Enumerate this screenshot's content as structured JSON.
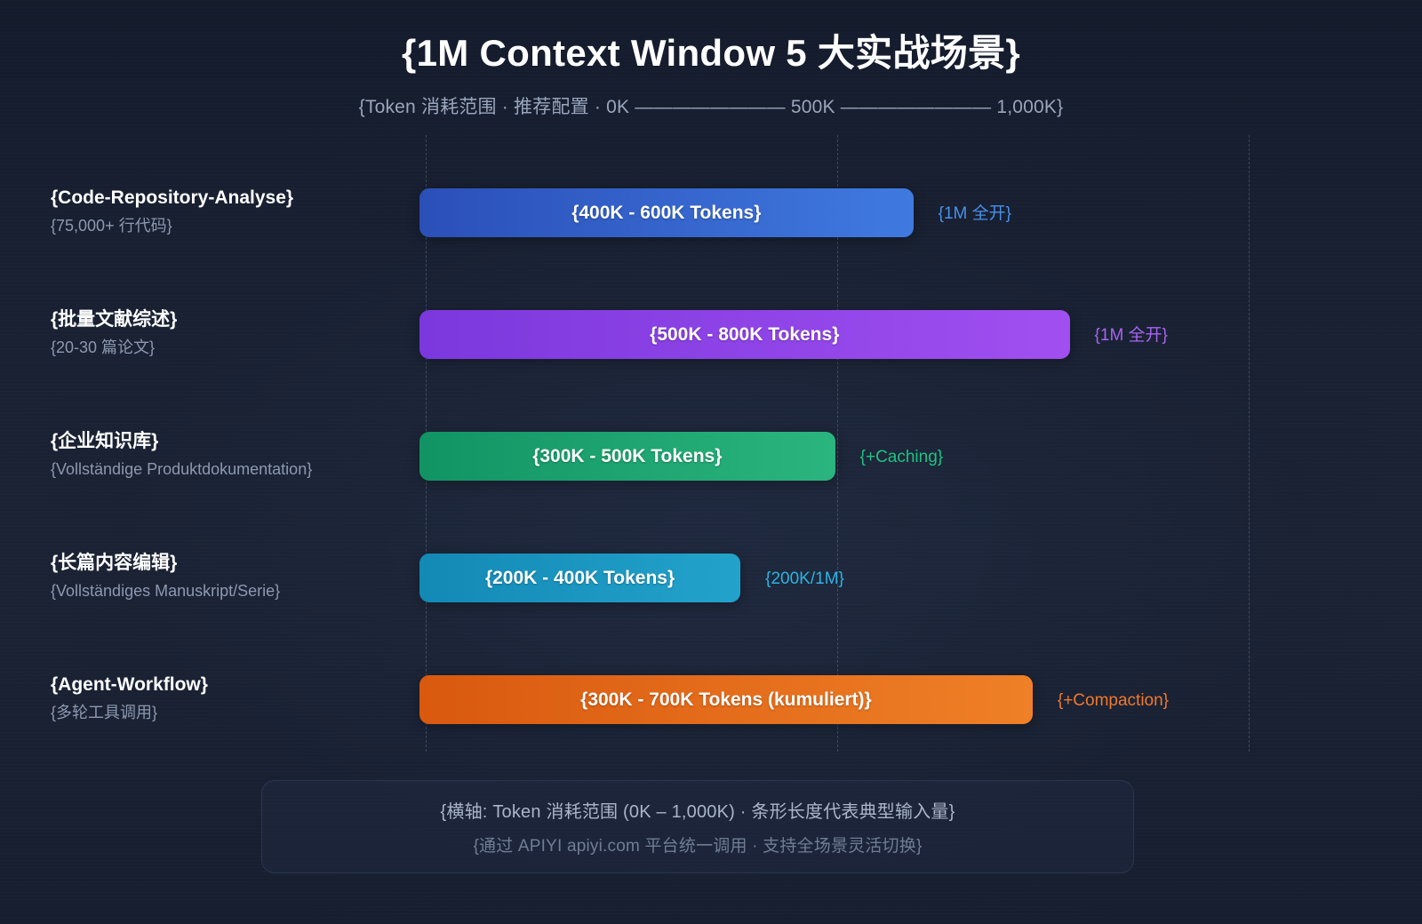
{
  "header": {
    "title": "{1M Context Window 5 大实战场景}",
    "subtitle": "{Token 消耗范围 · 推荐配置 · 0K ———————— 500K ———————— 1,000K}"
  },
  "footer": {
    "line1": "{横轴: Token 消耗范围 (0K – 1,000K) · 条形长度代表典型输入量}",
    "line2": "{通过 APIYI apiyi.com 平台统一调用 · 支持全场景灵活切换}"
  },
  "colors": {
    "background": "#18202f",
    "gridline": "#96a8c8",
    "bar_blue_start": "#2b4fb8",
    "bar_blue_end": "#3f7ae0",
    "bar_purple_start": "#7b38dd",
    "bar_purple_end": "#a14ff0",
    "bar_green_start": "#119464",
    "bar_green_end": "#2bb57e",
    "bar_cyan_start": "#1389b5",
    "bar_cyan_end": "#22a3cb",
    "bar_orange_start": "#d9590f",
    "bar_orange_end": "#ef8027",
    "tag_blue": "#4a90e8",
    "tag_purple": "#a765f0",
    "tag_green": "#20c27f",
    "tag_cyan": "#2bb3e0",
    "tag_orange": "#f2782a",
    "title": "#ffffff",
    "subtitle": "#9aa6bd"
  },
  "chart_data": {
    "type": "bar",
    "title": "{1M Context Window 5 大实战场景}",
    "subtitle": "{Token 消耗范围 · 推荐配置 · 0K ———————— 500K ———————— 1,000K}",
    "xlabel": "{横轴: Token 消耗范围 (0K – 1,000K) · 条形长度代表典型输入量}",
    "ylabel": "",
    "orientation": "horizontal",
    "grid": true,
    "legend": false,
    "xlim": [
      0,
      1000
    ],
    "xunit": "K tokens",
    "xticks": [
      0,
      500,
      1000
    ],
    "xticklabels": [
      "0K",
      "500K",
      "1,000K"
    ],
    "categories": [
      "{Code-Repository-Analyse}",
      "{批量文献综述}",
      "{企业知识库}",
      "{长篇内容编辑}",
      "{Agent-Workflow}"
    ],
    "bars": [
      {
        "category": "{Code-Repository-Analyse}",
        "subtitle": "{75,000+ 行代码}",
        "label": "{400K - 600K Tokens}",
        "tag": "{1M 全开}",
        "range_low": 400,
        "range_high": 600,
        "bar_value": 600,
        "color_start": "#2b4fb8",
        "color_end": "#3f7ae0",
        "tag_color": "#4a90e8"
      },
      {
        "category": "{批量文献综述}",
        "subtitle": "{20-30 篇论文}",
        "label": "{500K - 800K Tokens}",
        "tag": "{1M 全开}",
        "range_low": 500,
        "range_high": 800,
        "bar_value": 790,
        "color_start": "#7b38dd",
        "color_end": "#a14ff0",
        "tag_color": "#a765f0"
      },
      {
        "category": "{企业知识库}",
        "subtitle": "{Vollständige Produktdokumentation}",
        "label": "{300K - 500K Tokens}",
        "tag": "{+Caching}",
        "range_low": 300,
        "range_high": 500,
        "bar_value": 505,
        "color_start": "#119464",
        "color_end": "#2bb57e",
        "tag_color": "#20c27f"
      },
      {
        "category": "{长篇内容编辑}",
        "subtitle": "{Vollständiges Manuskript/Serie}",
        "label": "{200K - 400K Tokens}",
        "tag": "{200K/1M}",
        "range_low": 200,
        "range_high": 400,
        "bar_value": 390,
        "color_start": "#1389b5",
        "color_end": "#22a3cb",
        "tag_color": "#2bb3e0"
      },
      {
        "category": "{Agent-Workflow}",
        "subtitle": "{多轮工具调用}",
        "label": "{300K - 700K Tokens (kumuliert)}",
        "tag": "{+Compaction}",
        "range_low": 300,
        "range_high": 700,
        "bar_value": 745,
        "color_start": "#d9590f",
        "color_end": "#ef8027",
        "tag_color": "#f2782a"
      }
    ]
  }
}
